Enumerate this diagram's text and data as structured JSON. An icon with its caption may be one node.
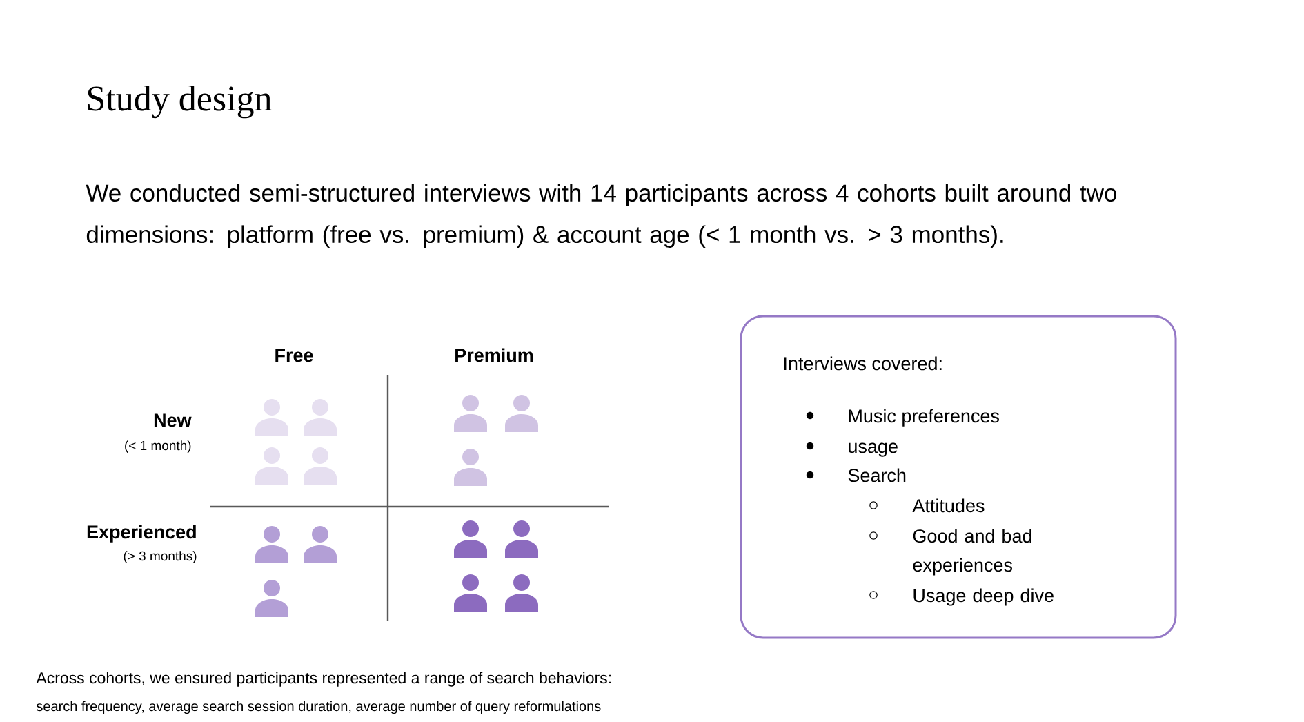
{
  "diagram": {
    "title": "Study design",
    "nodes": [
      {
        "text": [
          "Interviews covered:",
          "Music preferences",
          "usage",
          "Search",
          "Attitudes",
          "Good and bad experiences",
          "Usage deep dive"
        ]
      }
    ],
    "labels": [
      "We conducted semi-structured interviews with 14 participants across 4 cohorts built around two dimensions: platform (free vs. premium) & account age (< 1 month vs. > 3 months).",
      "Free",
      "Premium",
      "New",
      "(< 1 month)",
      "Experienced",
      "(> 3 months)",
      "Across cohorts, we ensured participants represented a range of search behaviors:",
      "search frequency, average search session duration, average number of query reformulations"
    ]
  }
}
